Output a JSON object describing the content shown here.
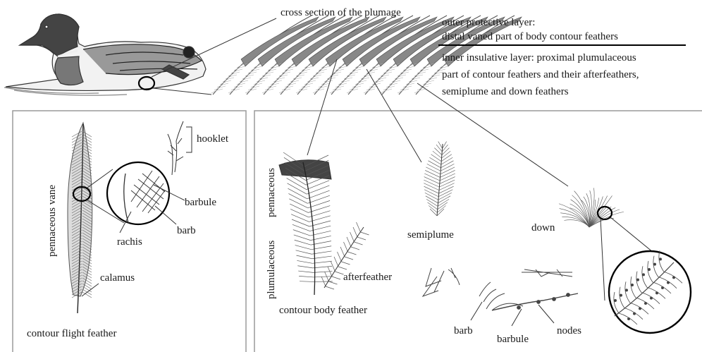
{
  "top": {
    "cross_section_label": "cross section of the plumage",
    "outer_layer": [
      "outer protective layer:",
      "distal vaned part of body contour feathers"
    ],
    "inner_layer": [
      "inner insulative layer: proximal plumulaceous",
      "part of contour feathers and their afterfeathers,",
      "semiplume and down feathers"
    ]
  },
  "left_panel": {
    "pennaceous_vane": "pennaceous vane",
    "hooklet": "hooklet",
    "barbule": "barbule",
    "barb": "barb",
    "rachis": "rachis",
    "calamus": "calamus",
    "caption": "contour flight feather"
  },
  "right_panel": {
    "pennaceous": "pennaceous",
    "plumulaceous": "plumulaceous",
    "afterfeather": "afterfeather",
    "contour_body_feather": "contour body feather",
    "semiplume": "semiplume",
    "down": "down",
    "barb": "barb",
    "barbule": "barbule",
    "nodes": "nodes"
  }
}
